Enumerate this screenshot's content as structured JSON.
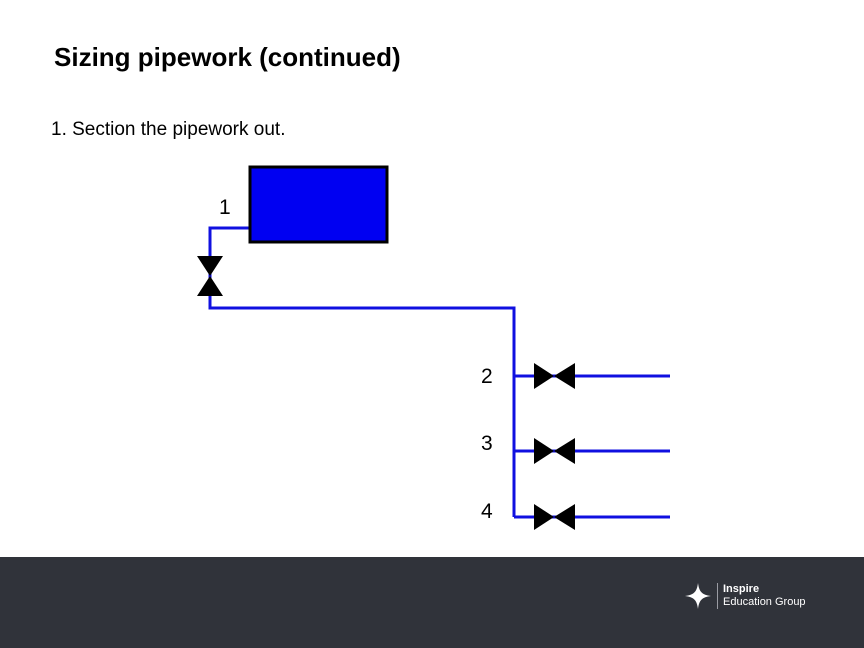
{
  "slide": {
    "title": "Sizing pipework (continued)",
    "step": "1. Section the pipework out."
  },
  "diagram": {
    "section_labels": [
      "1",
      "2",
      "3",
      "4"
    ],
    "colors": {
      "pipe": "#1010e0",
      "radiator_fill": "#0000f2",
      "radiator_border": "#000000",
      "valve": "#000000"
    },
    "icons": [
      "radiator-icon",
      "valve-icon"
    ]
  },
  "footer": {
    "background": "#30333a",
    "logo": {
      "icon": "star-icon",
      "line1": "Inspire",
      "line2": "Education Group"
    }
  }
}
